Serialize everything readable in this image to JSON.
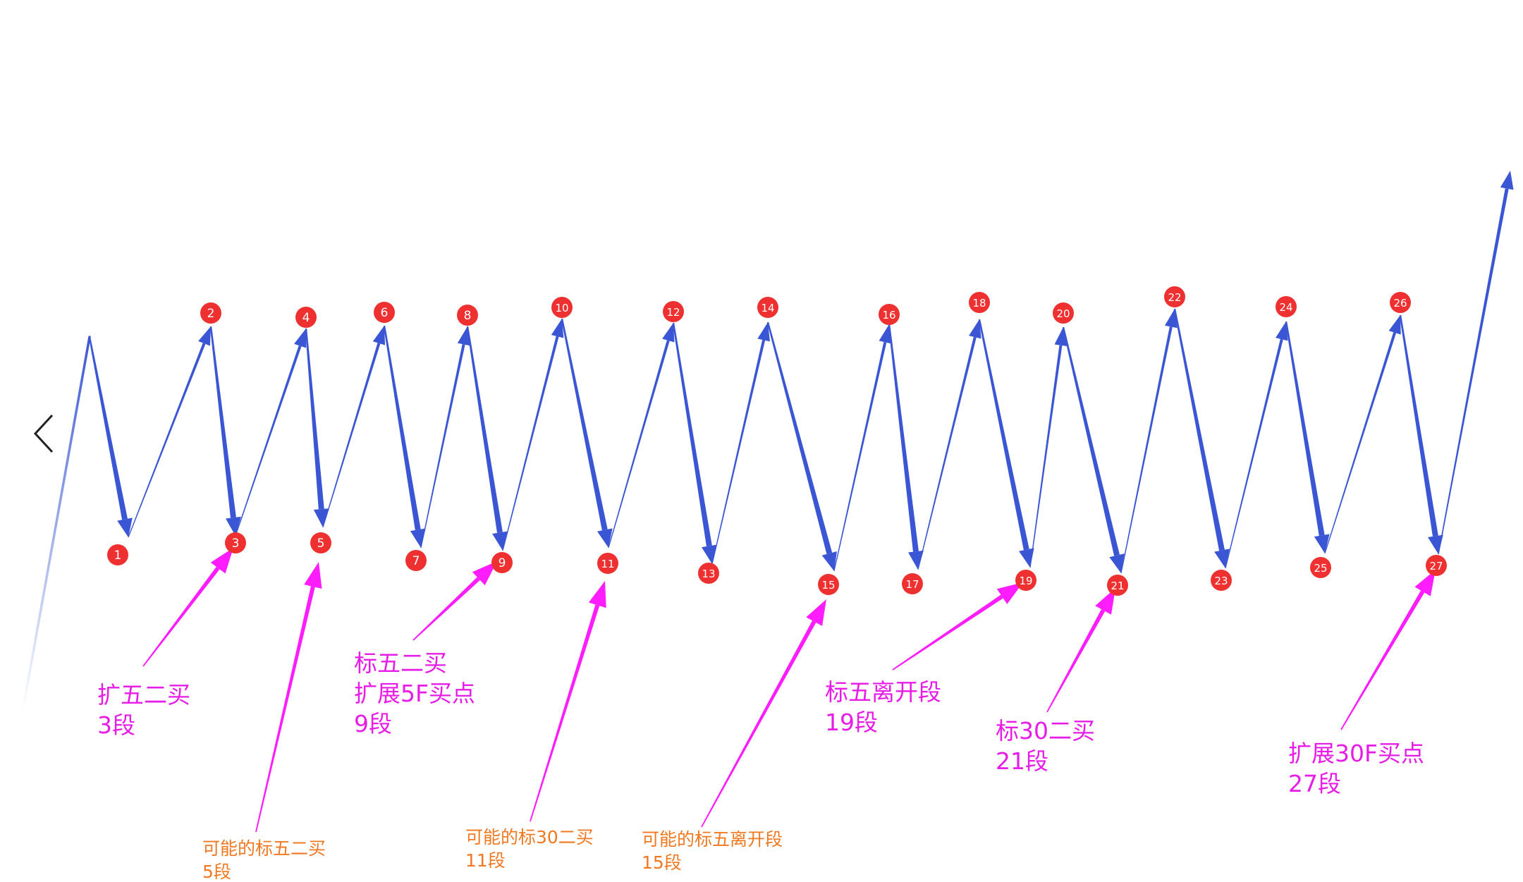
{
  "colors": {
    "stroke_blue": "#3A56D4",
    "marker_red": "#EE3030",
    "arrow_magenta": "#FF1CFF",
    "text_magenta": "#E71CE7",
    "text_orange": "#F07820"
  },
  "nav": {
    "back_icon": "chevron-left-icon"
  },
  "points": [
    {
      "id": "1",
      "label": "1"
    },
    {
      "id": "2",
      "label": "2"
    },
    {
      "id": "3",
      "label": "3"
    },
    {
      "id": "4",
      "label": "4"
    },
    {
      "id": "5",
      "label": "5"
    },
    {
      "id": "6",
      "label": "6"
    },
    {
      "id": "7",
      "label": "7"
    },
    {
      "id": "8",
      "label": "8"
    },
    {
      "id": "9",
      "label": "9"
    },
    {
      "id": "10",
      "label": "10"
    },
    {
      "id": "11",
      "label": "11"
    },
    {
      "id": "12",
      "label": "12"
    },
    {
      "id": "13",
      "label": "13"
    },
    {
      "id": "14",
      "label": "14"
    },
    {
      "id": "15",
      "label": "15"
    },
    {
      "id": "16",
      "label": "16"
    },
    {
      "id": "17",
      "label": "17"
    },
    {
      "id": "18",
      "label": "18"
    },
    {
      "id": "19",
      "label": "19"
    },
    {
      "id": "20",
      "label": "20"
    },
    {
      "id": "21",
      "label": "21"
    },
    {
      "id": "22",
      "label": "22"
    },
    {
      "id": "23",
      "label": "23"
    },
    {
      "id": "24",
      "label": "24"
    },
    {
      "id": "25",
      "label": "25"
    },
    {
      "id": "26",
      "label": "26"
    },
    {
      "id": "27",
      "label": "27"
    }
  ],
  "annotations": [
    {
      "id": "a3",
      "target": "3",
      "style": "magenta",
      "lines": [
        "扩五二买",
        "3段"
      ]
    },
    {
      "id": "a5",
      "target": "5",
      "style": "orange",
      "lines": [
        "可能的标五二买",
        "5段"
      ]
    },
    {
      "id": "a9",
      "target": "9",
      "style": "magenta",
      "lines": [
        "标五二买",
        "扩展5F买点",
        "9段"
      ]
    },
    {
      "id": "a11",
      "target": "11",
      "style": "orange",
      "lines": [
        "可能的标30二买",
        "11段"
      ]
    },
    {
      "id": "a15",
      "target": "15",
      "style": "orange",
      "lines": [
        "可能的标五离开段",
        "15段"
      ]
    },
    {
      "id": "a19",
      "target": "19",
      "style": "magenta",
      "lines": [
        "标五离开段",
        "19段"
      ]
    },
    {
      "id": "a21",
      "target": "21",
      "style": "magenta",
      "lines": [
        "标30二买",
        "21段"
      ]
    },
    {
      "id": "a27",
      "target": "27",
      "style": "magenta",
      "lines": [
        "扩展30F买点",
        "27段"
      ]
    }
  ]
}
